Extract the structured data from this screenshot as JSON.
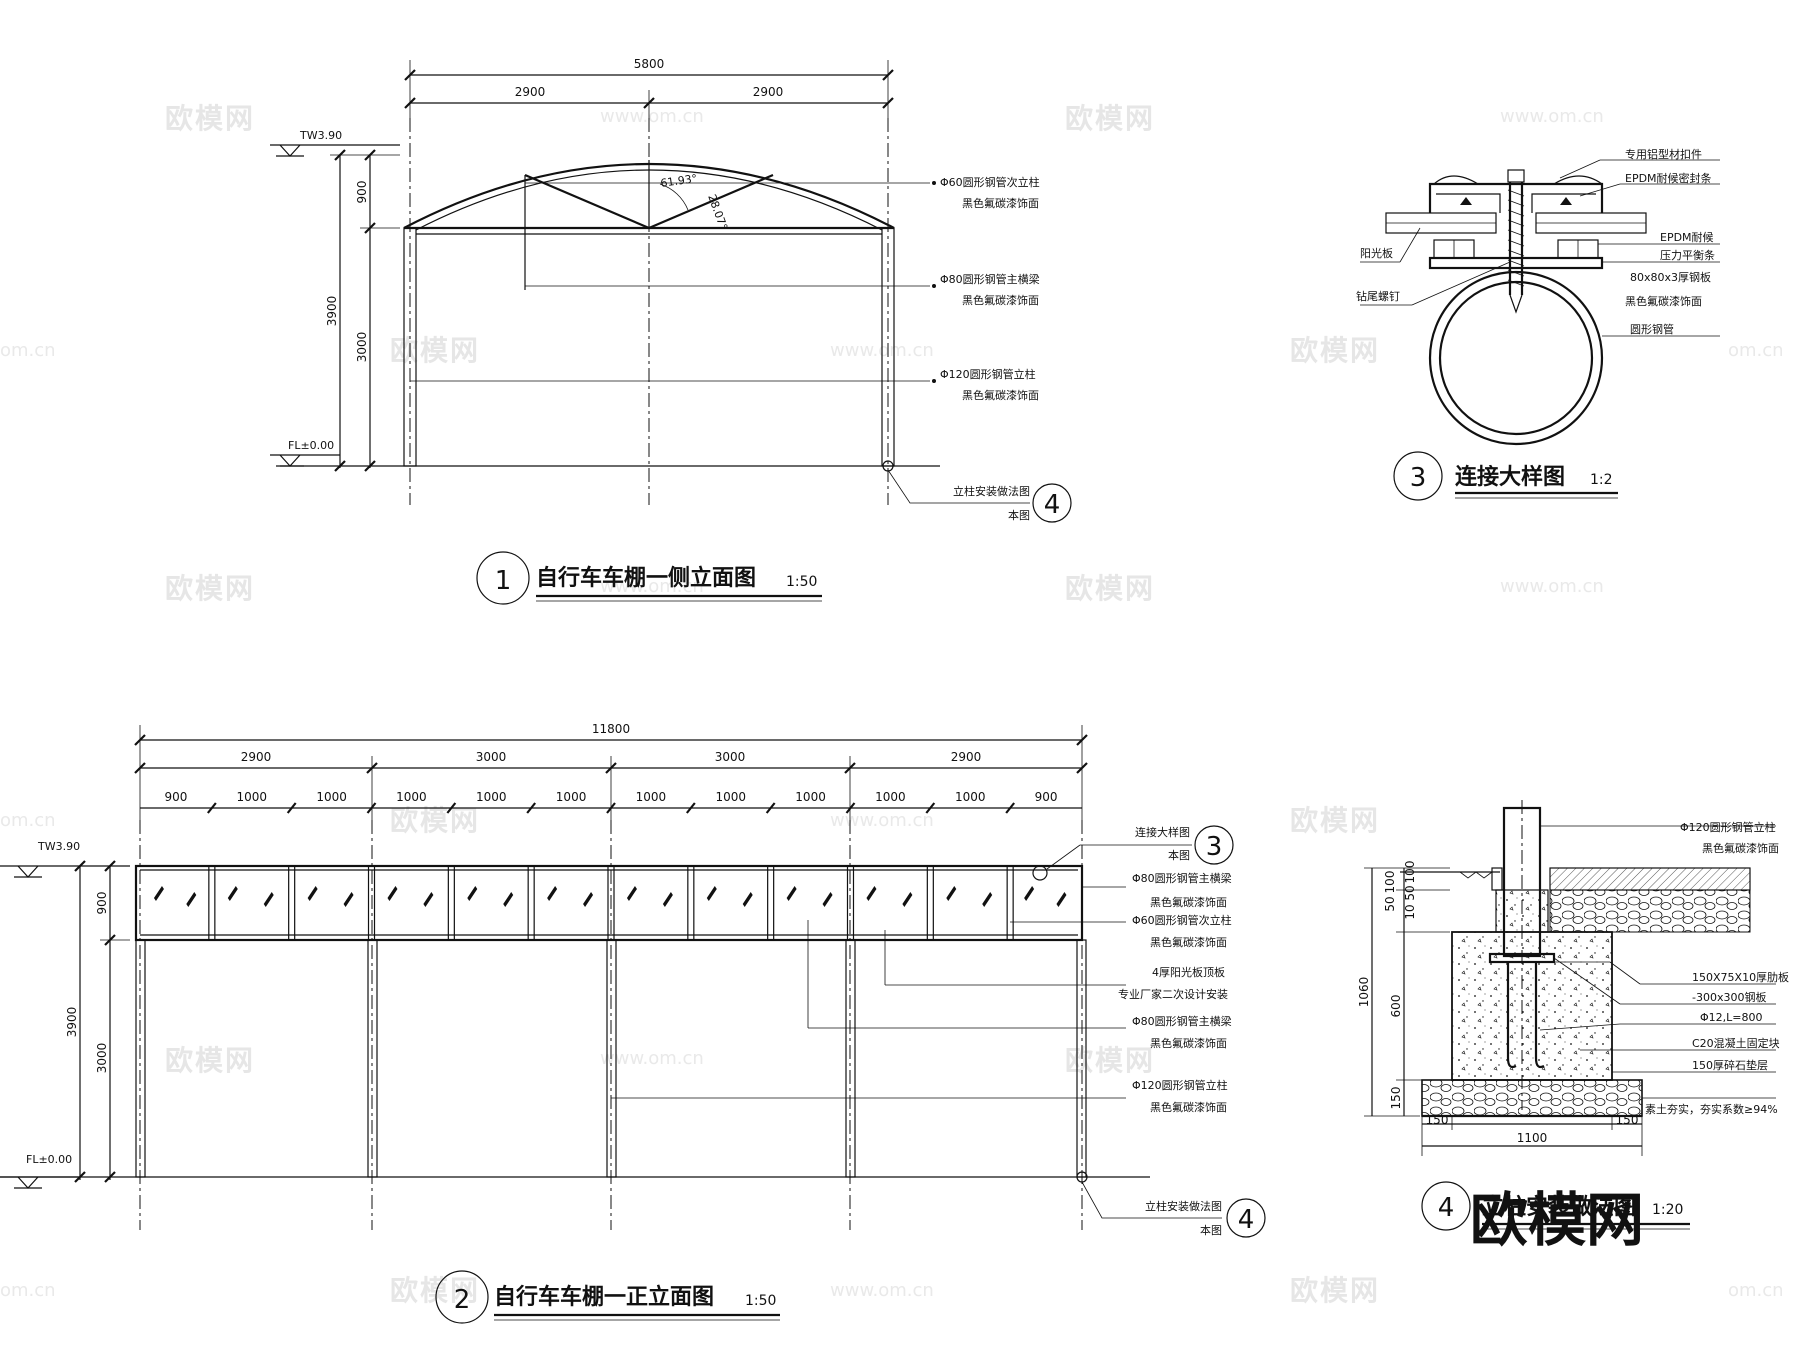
{
  "watermarks": {
    "brand": "欧模网",
    "url": "www.om.cn",
    "short": "om.cn"
  },
  "side_view": {
    "dims": {
      "total": "5800",
      "half_left": "2900",
      "half_right": "2900",
      "h_total": "3900",
      "h_top": "900",
      "h_col": "3000"
    },
    "levels": {
      "top": "TW3.90",
      "floor": "FL±0.00"
    },
    "angles": {
      "a1": "61.93°",
      "a2": "28.07°"
    },
    "callouts": [
      {
        "l1": "Φ60圆形钢管次立柱",
        "l2": "黑色氟碳漆饰面"
      },
      {
        "l1": "Φ80圆形钢管主横梁",
        "l2": "黑色氟碳漆饰面"
      },
      {
        "l1": "Φ120圆形钢管立柱",
        "l2": "黑色氟碳漆饰面"
      }
    ],
    "ref": {
      "text": "立柱安装做法图",
      "sub": "本图",
      "num": "4"
    },
    "title": {
      "num": "1",
      "text": "自行车车棚一侧立面图",
      "scale": "1:50"
    }
  },
  "front_view": {
    "dims": {
      "total": "11800",
      "mid": [
        "2900",
        "3000",
        "3000",
        "2900"
      ],
      "small": [
        "900",
        "1000",
        "1000",
        "1000",
        "1000",
        "1000",
        "1000",
        "1000",
        "1000",
        "1000",
        "1000",
        "900"
      ],
      "h_total": "3900",
      "h_top": "900",
      "h_col": "3000"
    },
    "levels": {
      "top": "TW3.90",
      "floor": "FL±0.00"
    },
    "ref_top": {
      "text": "连接大样图",
      "sub": "本图",
      "num": "3"
    },
    "callouts": [
      {
        "l1": "Φ80圆形钢管主横梁",
        "l2": "黑色氟碳漆饰面"
      },
      {
        "l1": "Φ60圆形钢管次立柱",
        "l2": "黑色氟碳漆饰面"
      },
      {
        "l1": "4厚阳光板顶板",
        "l2": "专业厂家二次设计安装"
      },
      {
        "l1": "Φ80圆形钢管主横梁",
        "l2": "黑色氟碳漆饰面"
      },
      {
        "l1": "Φ120圆形钢管立柱",
        "l2": "黑色氟碳漆饰面"
      }
    ],
    "ref": {
      "text": "立柱安装做法图",
      "sub": "本图",
      "num": "4"
    },
    "title": {
      "num": "2",
      "text": "自行车车棚一正立面图",
      "scale": "1:50"
    }
  },
  "detail3": {
    "labels": [
      "专用铝型材扣件",
      "EPDM耐候密封条",
      "EPDM耐候",
      "压力平衡条",
      "80x80x3厚钢板",
      "黑色氟碳漆饰面",
      "圆形钢管"
    ],
    "left_labels": [
      "阳光板",
      "钻尾螺钉"
    ],
    "title": {
      "num": "3",
      "text": "连接大样图",
      "scale": "1:2"
    }
  },
  "detail4": {
    "labels": [
      "Φ120圆形钢管立柱",
      "黑色氟碳漆饰面",
      "150X75X10厚肋板",
      "-300x300钢板",
      "Φ12,L=800",
      "C20混凝土固定块",
      "150厚碎石垫层",
      "素土夯实，夯实系数≥94%"
    ],
    "dims_v": [
      "100",
      "50",
      "100",
      "50",
      "10",
      "1060",
      "600",
      "150"
    ],
    "dims_h": [
      "150",
      "1100",
      "150"
    ],
    "title": {
      "num": "4",
      "text": "立柱安装做法图",
      "scale": "1:20"
    }
  }
}
